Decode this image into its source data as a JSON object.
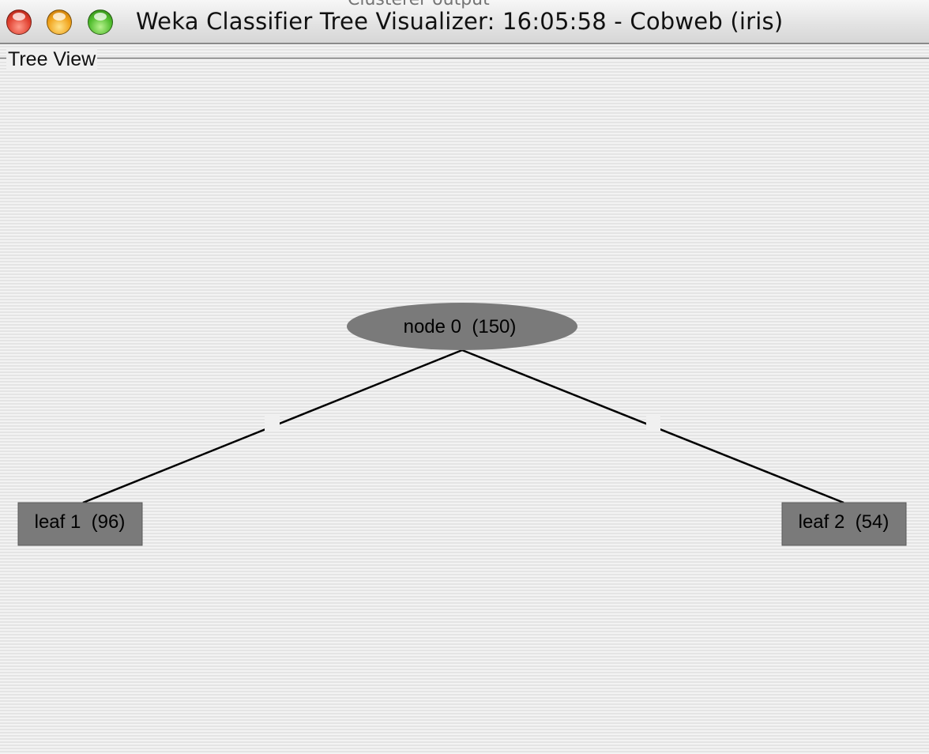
{
  "window": {
    "title": "Weka Classifier Tree Visualizer: 16:05:58 - Cobweb (iris)",
    "background_title_fragment": "Clusterer output"
  },
  "panel": {
    "label": "Tree View"
  },
  "tree": {
    "root": {
      "label": "node 0  (150)",
      "shape": "ellipse",
      "color": "#7a7a7a"
    },
    "leaves": [
      {
        "label": "leaf 1  (96)",
        "shape": "rectangle",
        "color": "#7a7a7a"
      },
      {
        "label": "leaf 2  (54)",
        "shape": "rectangle",
        "color": "#7a7a7a"
      }
    ]
  },
  "colors": {
    "node_fill": "#7a7a7a",
    "edge": "#000000",
    "close": "#e0402f",
    "minimize": "#f0a21a",
    "maximize": "#4fbc2c"
  }
}
